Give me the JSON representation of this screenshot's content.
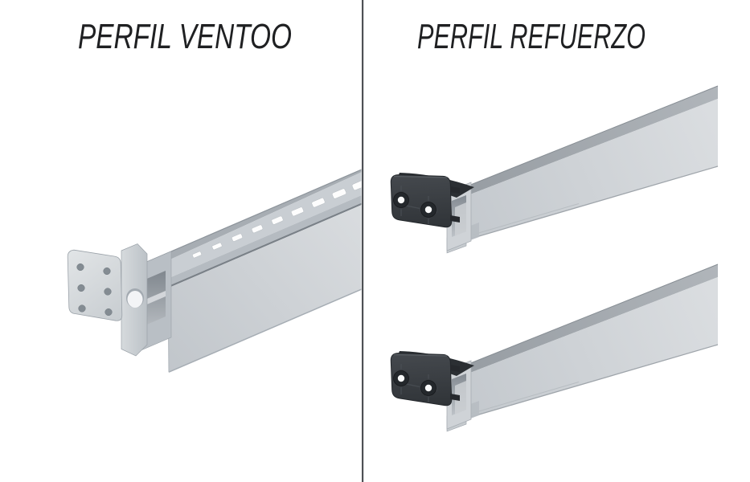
{
  "page": {
    "kind": "product-comparison-illustration",
    "background": "#ffffff"
  },
  "divider": {
    "color": "#4e5155"
  },
  "panels": {
    "left": {
      "title": "PERFIL VENTOO",
      "illustration": "aluminum-ventoo-profile-with-metal-mounting-bracket"
    },
    "right": {
      "title": "PERFIL REFUERZO",
      "illustration": "two-reinforcement-square-tube-profiles-with-black-end-brackets"
    }
  },
  "illustration_colors": {
    "aluminum_face_light": "#d9dcdf",
    "aluminum_face_mid": "#c3c8cd",
    "aluminum_top_face": "#a2a8ae",
    "aluminum_seam_dark": "#7a8188",
    "metal_bracket_plate": "#d5d9dc",
    "metal_bracket_hole": "#848c93",
    "plastic_bracket_dark": "#33373b",
    "plastic_bracket_hole_center": "#fafbfb",
    "slot_cutout": "#fdfdfd"
  }
}
